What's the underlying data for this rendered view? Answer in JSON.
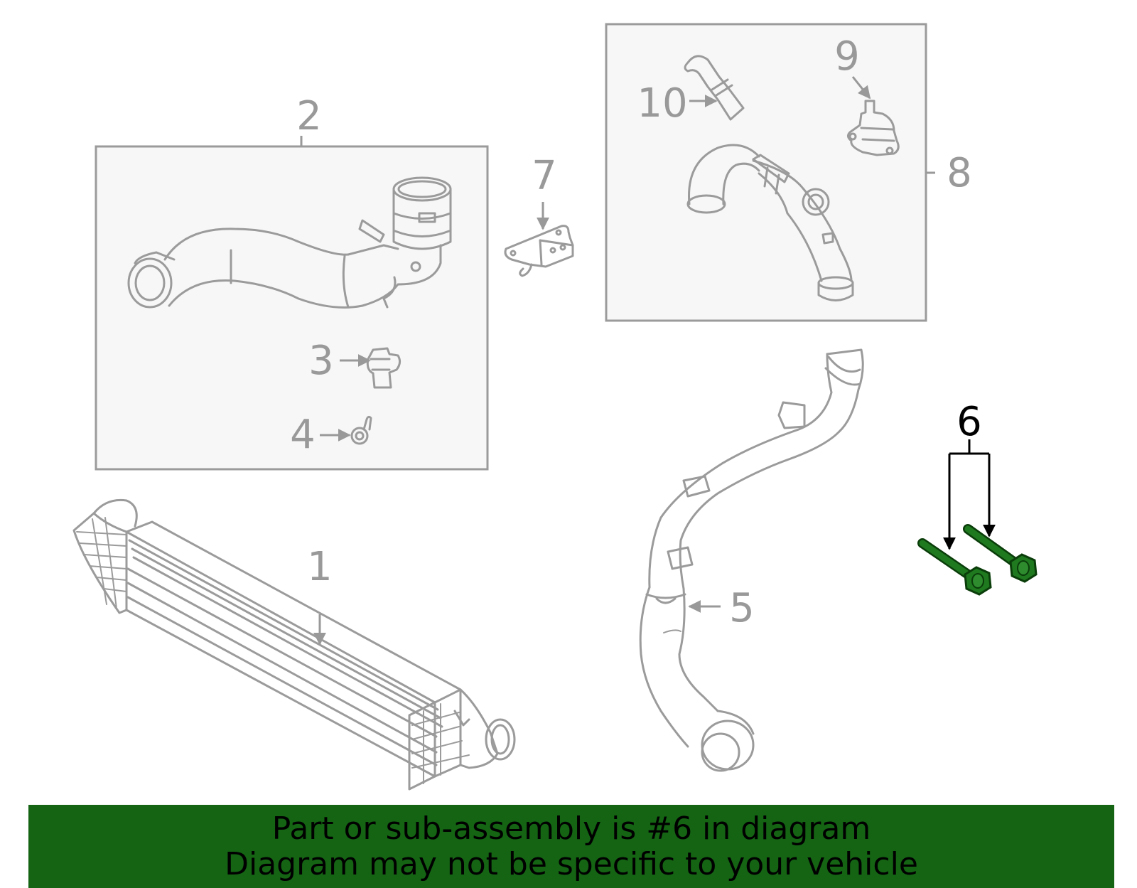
{
  "colors": {
    "highlight": "#1f7a1f",
    "highlight_dark": "#0a3d0a",
    "banner_bg": "#146414",
    "part_stroke": "#9b9b9b",
    "box_fill": "#f7f7f7",
    "active_callout": "#000000"
  },
  "callouts": {
    "c1": "1",
    "c2": "2",
    "c3": "3",
    "c4": "4",
    "c5": "5",
    "c6": "6",
    "c7": "7",
    "c8": "8",
    "c9": "9",
    "c10": "10"
  },
  "highlighted_part": "6",
  "banner": {
    "line1": "Part or sub-assembly is #6 in diagram",
    "line2": "Diagram may not be specific to your vehicle"
  }
}
